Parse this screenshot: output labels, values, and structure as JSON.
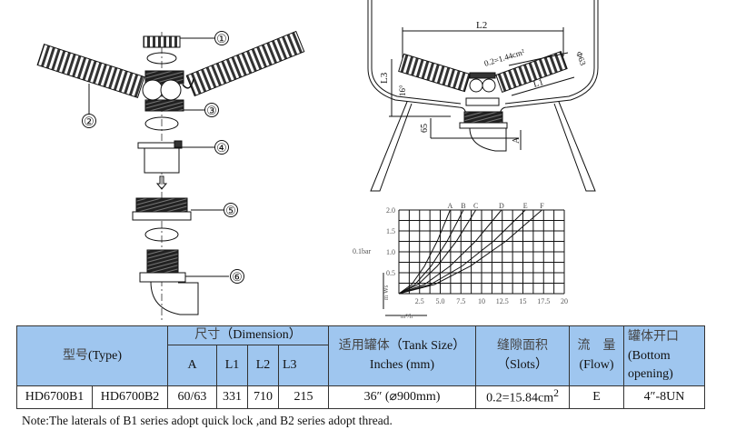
{
  "assembly": {
    "labels": [
      "①",
      "②",
      "③",
      "④",
      "⑤",
      "⑥"
    ]
  },
  "installation": {
    "L2": "L2",
    "L3": "L3",
    "L1": "L1",
    "angle": "16°",
    "slot_area": "0.2=1.44cm²",
    "diameter": "Φ63",
    "height_65": "65",
    "A": "A"
  },
  "chart_data": {
    "type": "line",
    "title": "",
    "xlabel": "m³/h",
    "ylabel": "m Ws",
    "y_annotation": "0.1bar",
    "xlim": [
      0,
      20
    ],
    "ylim": [
      0,
      2.0
    ],
    "grid": true,
    "x_ticks": [
      "2.5",
      "5.0",
      "7.5",
      "10",
      "12.5",
      "15",
      "17.5",
      "20"
    ],
    "y_ticks": [
      "0.5",
      "1.0",
      "1.5",
      "2.0"
    ],
    "series": [
      {
        "name": "A",
        "x": [
          0,
          1.55,
          3.1,
          4.65,
          6.2
        ],
        "y": [
          0,
          0.22,
          0.66,
          1.26,
          2.0
        ]
      },
      {
        "name": "B",
        "x": [
          0,
          1.95,
          3.9,
          5.85,
          7.8
        ],
        "y": [
          0,
          0.22,
          0.66,
          1.26,
          2.0
        ]
      },
      {
        "name": "C",
        "x": [
          0,
          2.33,
          4.65,
          6.98,
          9.3
        ],
        "y": [
          0,
          0.22,
          0.66,
          1.26,
          2.0
        ]
      },
      {
        "name": "D",
        "x": [
          0,
          3.1,
          6.2,
          9.3,
          12.4
        ],
        "y": [
          0,
          0.22,
          0.66,
          1.26,
          2.0
        ]
      },
      {
        "name": "E",
        "x": [
          0,
          3.83,
          7.65,
          11.48,
          15.3
        ],
        "y": [
          0,
          0.22,
          0.66,
          1.26,
          2.0
        ]
      },
      {
        "name": "F",
        "x": [
          0,
          4.33,
          8.65,
          12.98,
          17.3
        ],
        "y": [
          0,
          0.22,
          0.66,
          1.26,
          2.0
        ]
      }
    ]
  },
  "table": {
    "type_header_zh": "型号",
    "type_header_en": "(Type)",
    "dimension_header_zh": "尺寸",
    "dimension_header_en": "（Dimension）",
    "dim_cols": [
      "A",
      "L1",
      "L2",
      "L3"
    ],
    "tank_header_zh": "适用罐体",
    "tank_header_en": "（Tank Size）",
    "tank_header_unit": "Inches (mm)",
    "slots_header_zh": "缝隙面积",
    "slots_header_en": "（Slots）",
    "flow_header_zh": "流　量",
    "flow_header_en": "(Flow)",
    "bottom_header_zh": "罐体开口",
    "bottom_header_en1": "(Bottom",
    "bottom_header_en2": "opening)",
    "row": {
      "b1": "HD6700B1",
      "b2": "HD6700B2",
      "A": "60/63",
      "L1": "331",
      "L2": "710",
      "L3": "215",
      "tank": "36″ (⌀900mm)",
      "slots": "0.2=15.84cm",
      "slots_sup": "2",
      "flow": "E",
      "bottom": "4″-8UN"
    }
  },
  "note": "Note:The laterals of B1 series adopt quick lock ,and B2 series adopt thread."
}
